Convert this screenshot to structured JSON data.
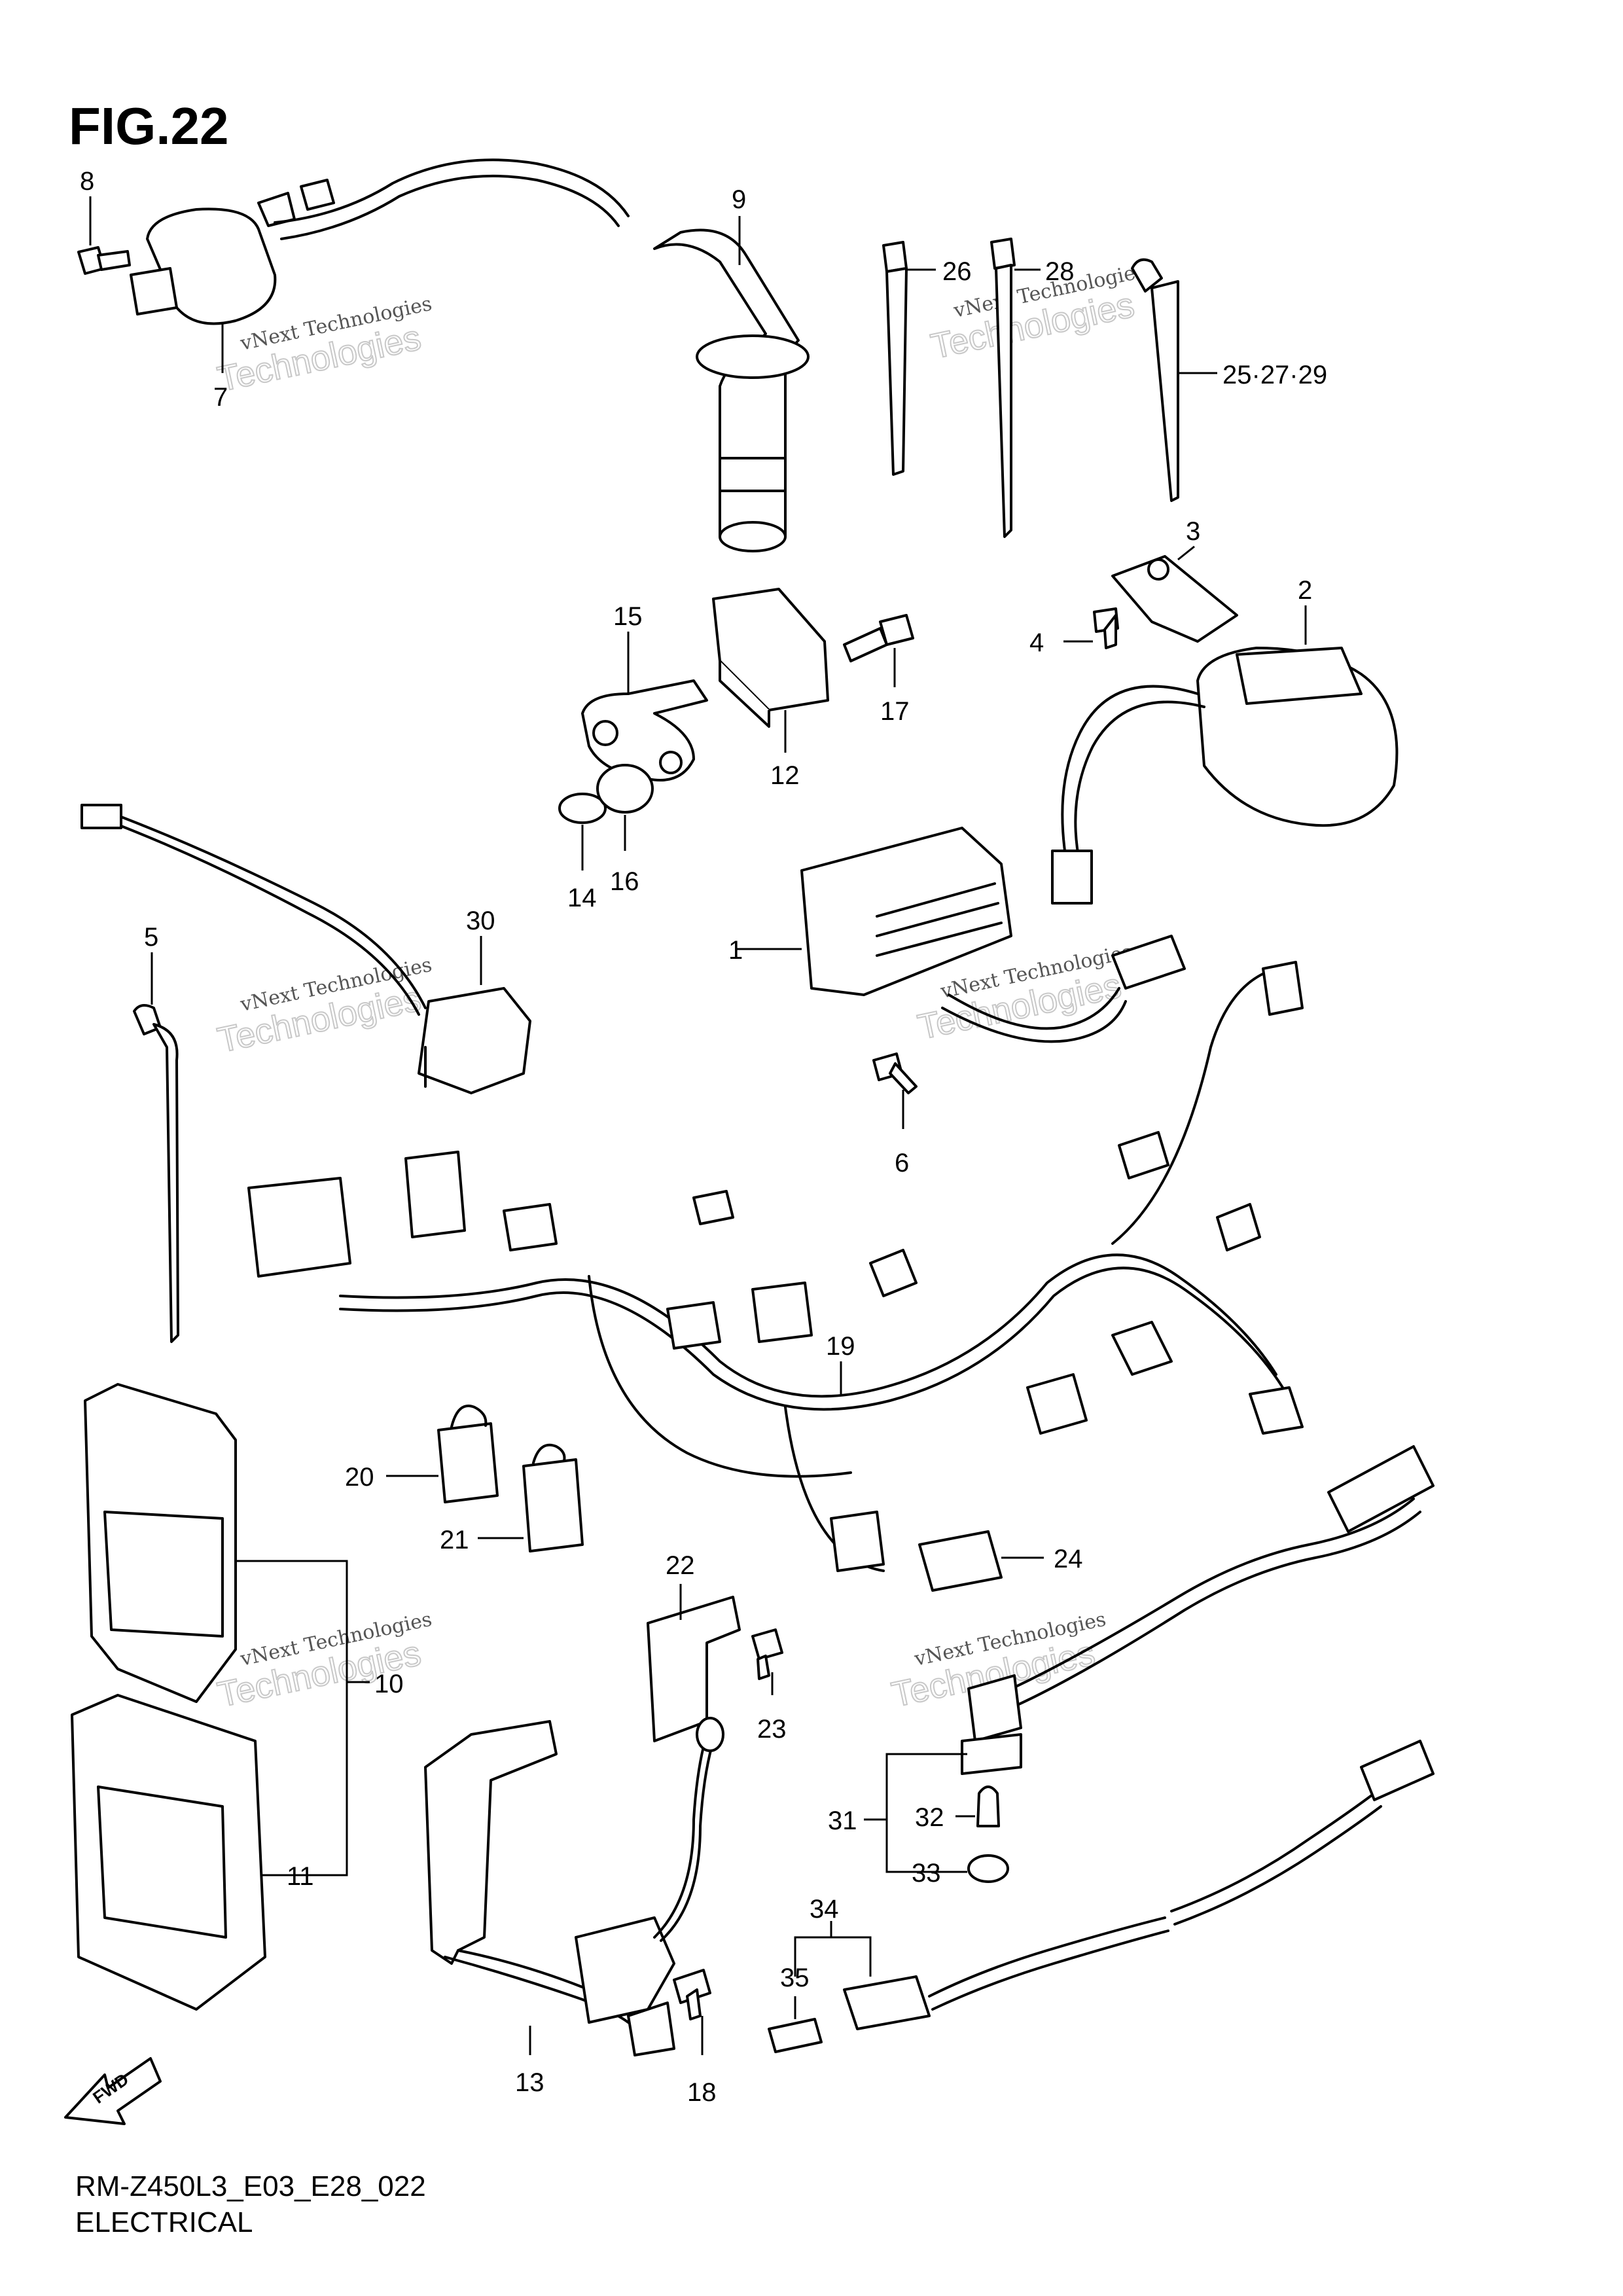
{
  "figure_title": "FIG.22",
  "footer": {
    "code": "RM-Z450L3_E03_E28_022",
    "name": "ELECTRICAL"
  },
  "watermark": {
    "line1": "vNext Technologies",
    "line2": "Technologies"
  },
  "fwd_label": "FWD",
  "callouts": {
    "c1": "1",
    "c2": "2",
    "c3": "3",
    "c4": "4",
    "c5": "5",
    "c6": "6",
    "c7": "7",
    "c8": "8",
    "c9": "9",
    "c10": "10",
    "c11": "11",
    "c12": "12",
    "c13": "13",
    "c14": "14",
    "c15": "15",
    "c16": "16",
    "c17": "17",
    "c18": "18",
    "c19": "19",
    "c20": "20",
    "c21": "21",
    "c22": "22",
    "c23": "23",
    "c24": "24",
    "c26": "26",
    "c28": "28",
    "c252729": "25·27·29",
    "c30": "30",
    "c31": "31",
    "c32": "32",
    "c33": "33",
    "c34": "34",
    "c35": "35"
  }
}
